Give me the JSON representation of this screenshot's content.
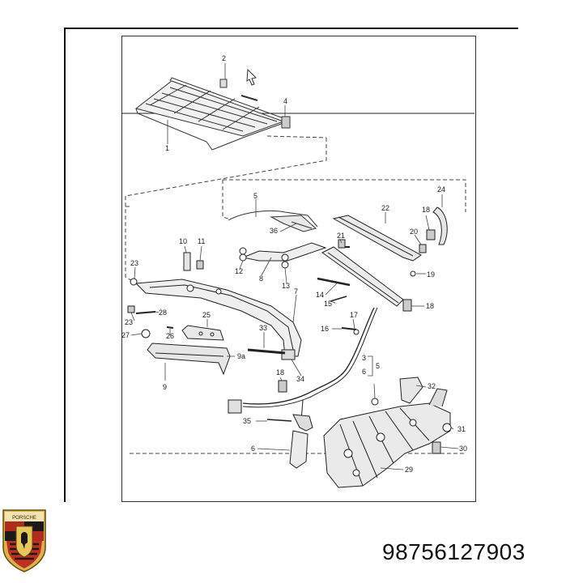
{
  "brand": {
    "crest_word": "PORSCHE"
  },
  "part_number": "98756127903",
  "callouts": [
    {
      "id": "c1",
      "text": "1"
    },
    {
      "id": "c2",
      "text": "2"
    },
    {
      "id": "c4",
      "text": "4"
    },
    {
      "id": "c5a",
      "text": "5"
    },
    {
      "id": "c36",
      "text": "36"
    },
    {
      "id": "c22",
      "text": "22"
    },
    {
      "id": "c24",
      "text": "24"
    },
    {
      "id": "c18a",
      "text": "18"
    },
    {
      "id": "c20",
      "text": "20"
    },
    {
      "id": "c10",
      "text": "10"
    },
    {
      "id": "c11",
      "text": "11"
    },
    {
      "id": "c21",
      "text": "21"
    },
    {
      "id": "c12",
      "text": "12"
    },
    {
      "id": "c8",
      "text": "8"
    },
    {
      "id": "c13",
      "text": "13"
    },
    {
      "id": "c19",
      "text": "19"
    },
    {
      "id": "c23a",
      "text": "23"
    },
    {
      "id": "c7",
      "text": "7"
    },
    {
      "id": "c14",
      "text": "14"
    },
    {
      "id": "c15",
      "text": "15"
    },
    {
      "id": "c18b",
      "text": "18"
    },
    {
      "id": "c28",
      "text": "28"
    },
    {
      "id": "c25",
      "text": "25"
    },
    {
      "id": "c23b",
      "text": "23"
    },
    {
      "id": "c17",
      "text": "17"
    },
    {
      "id": "c27",
      "text": "27"
    },
    {
      "id": "c26",
      "text": "26"
    },
    {
      "id": "c33",
      "text": "33"
    },
    {
      "id": "c16",
      "text": "16"
    },
    {
      "id": "c9a",
      "text": "9a"
    },
    {
      "id": "c3",
      "text": "3"
    },
    {
      "id": "c5b",
      "text": "5"
    },
    {
      "id": "c9",
      "text": "9"
    },
    {
      "id": "c18c",
      "text": "18"
    },
    {
      "id": "c34",
      "text": "34"
    },
    {
      "id": "c6a",
      "text": "6"
    },
    {
      "id": "c32",
      "text": "32"
    },
    {
      "id": "c35",
      "text": "35"
    },
    {
      "id": "c31",
      "text": "31"
    },
    {
      "id": "c6b",
      "text": "6"
    },
    {
      "id": "c30",
      "text": "30"
    },
    {
      "id": "c29",
      "text": "29"
    }
  ]
}
